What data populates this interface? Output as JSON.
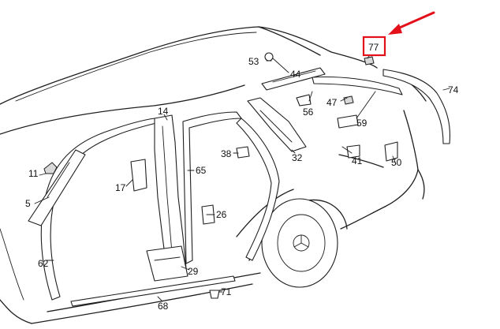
{
  "callouts": {
    "p5": "5",
    "p11": "11",
    "p14": "14",
    "p17": "17",
    "p26": "26",
    "p29": "29",
    "p32": "32",
    "p38": "38",
    "p41": "41",
    "p44": "44",
    "p47": "47",
    "p50": "50",
    "p53": "53",
    "p56": "56",
    "p59": "59",
    "p62": "62",
    "p65": "65",
    "p68": "68",
    "p71": "71",
    "p74": "74",
    "p77": "77"
  },
  "highlight": {
    "label": "77",
    "color": "#e3101a"
  }
}
